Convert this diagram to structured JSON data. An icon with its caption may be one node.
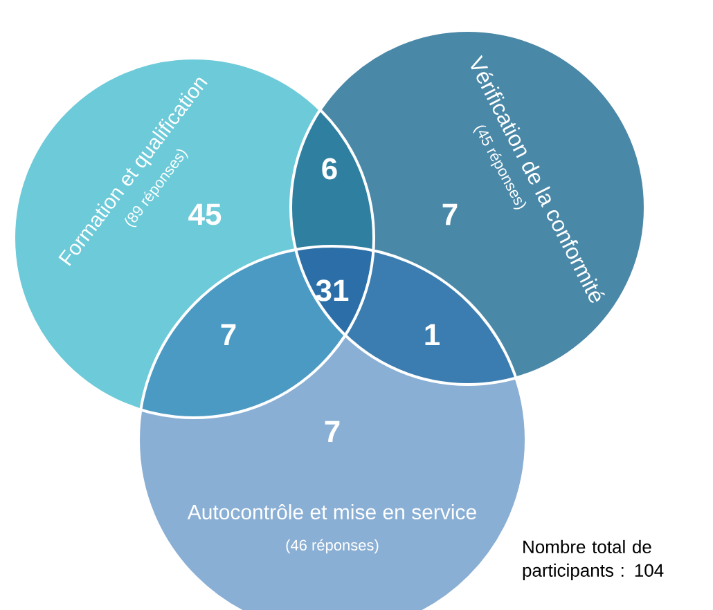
{
  "diagram": {
    "nodes": [
      {
        "text": [
          "Formation et qualification",
          "(89 réponses)"
        ]
      },
      {
        "text": [
          "Vérification de la conformité",
          "(45 réponses)"
        ]
      },
      {
        "text": [
          "Autocontrôle et mise en service",
          "(46 réponses)"
        ]
      }
    ],
    "labels": [
      "6",
      "45",
      "7",
      "31",
      "7",
      "1",
      "7",
      "Nombre total de participants : 104"
    ]
  }
}
